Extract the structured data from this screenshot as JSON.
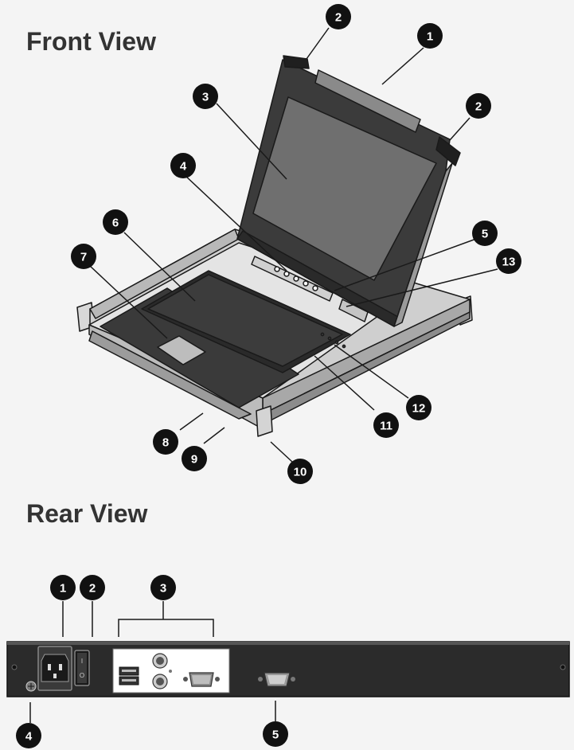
{
  "front_view": {
    "title": "Front View",
    "callouts": [
      "1",
      "2",
      "2",
      "3",
      "4",
      "5",
      "6",
      "7",
      "8",
      "9",
      "10",
      "11",
      "12",
      "13"
    ]
  },
  "rear_view": {
    "title": "Rear View",
    "callouts": [
      "1",
      "2",
      "3",
      "4",
      "5"
    ],
    "switch_on_mark": "I",
    "switch_off_mark": "O"
  },
  "colors": {
    "badge": "#111111",
    "line": "#1a1a1a",
    "panel": "#2b2b2b",
    "background": "#f4f4f4"
  }
}
